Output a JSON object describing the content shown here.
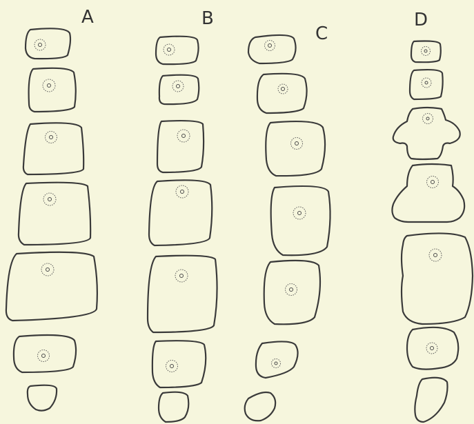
{
  "columns": [
    {
      "id": "A",
      "label": "A"
    },
    {
      "id": "B",
      "label": "B"
    },
    {
      "id": "C",
      "label": "C"
    },
    {
      "id": "D",
      "label": "D"
    }
  ],
  "colors": {
    "background": "#f6f6dd",
    "stroke": "#3a3a3a"
  }
}
